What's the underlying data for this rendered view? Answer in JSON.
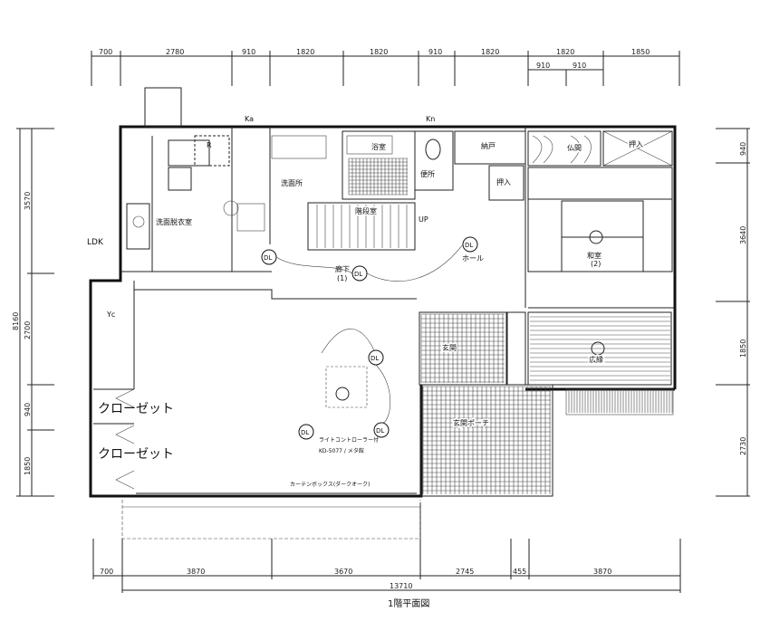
{
  "title": "1階平面図",
  "dimensions": {
    "top": [
      "700",
      "2780",
      "910",
      "1820",
      "1820",
      "910",
      "1820",
      "1820",
      "1850"
    ],
    "top_sub": [
      "910",
      "910"
    ],
    "bottom": [
      "700",
      "3870",
      "3670",
      "2745",
      "455",
      "3870"
    ],
    "bottom_total": "13710",
    "left": [
      "3570",
      "2700",
      "940",
      "1850"
    ],
    "left_total": "8160",
    "right": [
      "940",
      "3640",
      "1850",
      "2730"
    ]
  },
  "rooms": {
    "ldk": "LDK",
    "bath": "浴室",
    "stairs": "階段室",
    "hall_corridor": "廊下",
    "hall_corridor_num": "(1)",
    "hall": "ホール",
    "storage": "納戸",
    "closet_in": "押入",
    "butsuma": "仏間",
    "oshiire": "押入",
    "washitsu": "和室",
    "washitsu_num": "(2)",
    "engawa": "広縁",
    "genkan": "玄関",
    "porch": "玄関ポーチ",
    "closet1": "クローゼット",
    "closet2": "クローゼット",
    "utility": "洗面脱衣室",
    "toilet": "便所",
    "washroom": "洗面所"
  },
  "marks": {
    "dl": "DL",
    "up": "UP",
    "yc": "Yc",
    "r": "R",
    "ka": "Ka",
    "kn": "Kn",
    "note1": "ライトコントローラー付",
    "note2": "KD-5077 / メタ館",
    "note3": "カーテンボックス(ダークオーク)"
  }
}
